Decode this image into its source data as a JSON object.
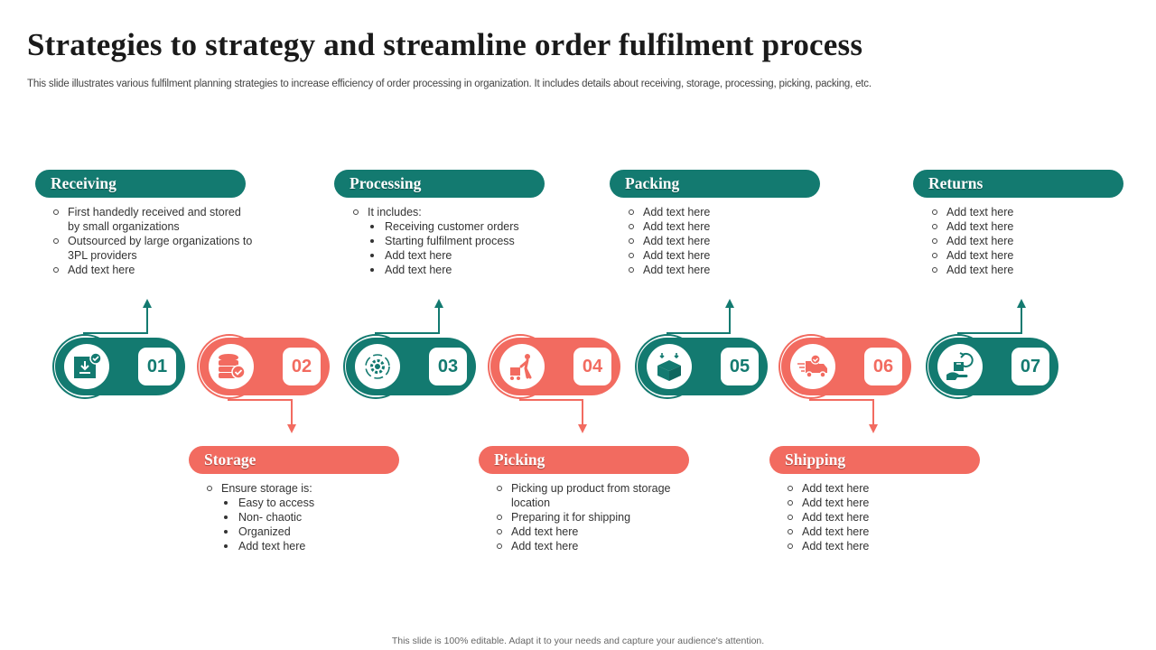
{
  "title": "Strategies to strategy and streamline order fulfilment process",
  "subtitle": "This slide illustrates various fulfilment planning strategies to increase efficiency of order processing in organization. It includes details about receiving, storage, processing, picking, packing, etc.",
  "footer": "This slide is 100% editable. Adapt it to your needs and capture your audience's attention.",
  "colors": {
    "teal": "#137a70",
    "coral": "#f26b60"
  },
  "steps": [
    {
      "number": "01",
      "label": "Receiving",
      "icon": "box-download-check-icon",
      "items": [
        "First handedly received and stored by small organizations",
        "Outsourced by large organizations to 3PL providers",
        "Add text here"
      ]
    },
    {
      "number": "02",
      "label": "Storage",
      "icon": "database-check-icon",
      "intro": "Ensure storage is:",
      "items": [
        "Easy to access",
        "Non- chaotic",
        "Organized",
        "Add text here"
      ]
    },
    {
      "number": "03",
      "label": "Processing",
      "icon": "gear-cycle-icon",
      "intro": "It includes:",
      "items": [
        "Receiving  customer orders",
        "Starting fulfilment  process",
        "Add text here",
        "Add text here"
      ]
    },
    {
      "number": "04",
      "label": "Picking",
      "icon": "worker-cart-icon",
      "items": [
        "Picking up product from storage location",
        "Preparing  it for  shipping",
        "Add text here",
        "Add text here"
      ]
    },
    {
      "number": "05",
      "label": "Packing",
      "icon": "package-box-icon",
      "items": [
        "Add text here",
        "Add text here",
        "Add text here",
        "Add text here",
        "Add text here"
      ]
    },
    {
      "number": "06",
      "label": "Shipping",
      "icon": "delivery-truck-icon",
      "items": [
        "Add text here",
        "Add text here",
        "Add text here",
        "Add text here",
        "Add text here"
      ]
    },
    {
      "number": "07",
      "label": "Returns",
      "icon": "hand-return-box-icon",
      "items": [
        "Add text here",
        "Add text here",
        "Add text here",
        "Add text here",
        "Add text here"
      ]
    }
  ]
}
